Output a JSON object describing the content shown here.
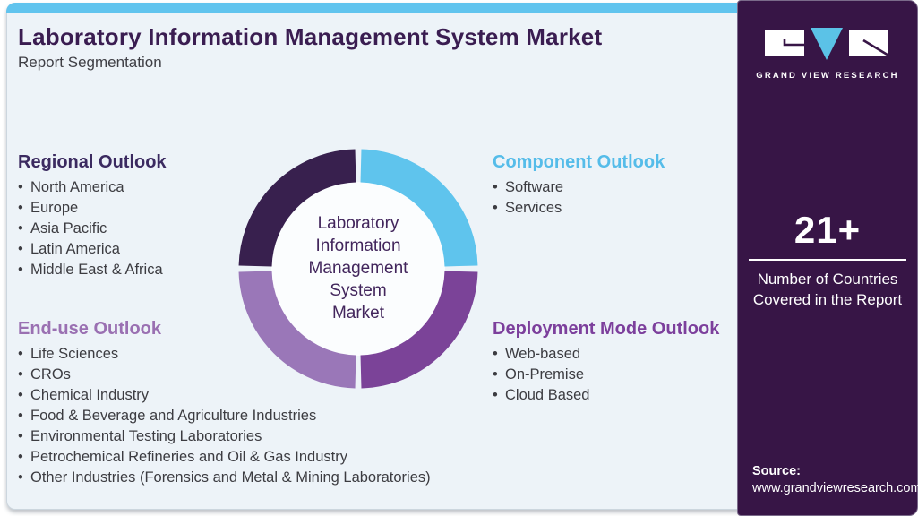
{
  "header": {
    "title": "Laboratory Information Management System Market",
    "subtitle": "Report Segmentation"
  },
  "donut": {
    "center_lines": [
      "Laboratory",
      "Information",
      "Management",
      "System",
      "Market"
    ],
    "segments": [
      {
        "label": "Component Outlook",
        "position": "top-right",
        "color": "#5fc4ed"
      },
      {
        "label": "Deployment Mode Outlook",
        "position": "bottom-right",
        "color": "#7b4398"
      },
      {
        "label": "End-use Outlook",
        "position": "bottom-left",
        "color": "#9a77b8"
      },
      {
        "label": "Regional Outlook",
        "position": "top-left",
        "color": "#38204e"
      }
    ]
  },
  "sections": [
    {
      "title": "Regional Outlook",
      "accent_color": "#3b2a60",
      "items": [
        "North America",
        "Europe",
        "Asia Pacific",
        "Latin America",
        "Middle East & Africa"
      ]
    },
    {
      "title": "Component Outlook",
      "accent_color": "#55bce9",
      "items": [
        "Software",
        "Services"
      ]
    },
    {
      "title": "End-use Outlook",
      "accent_color": "#9a70b2",
      "items": [
        "Life Sciences",
        "CROs",
        "Chemical Industry",
        "Food & Beverage and Agriculture Industries",
        "Environmental Testing Laboratories",
        "Petrochemical Refineries and Oil & Gas Industry",
        "Other Industries (Forensics and Metal & Mining Laboratories)"
      ]
    },
    {
      "title": "Deployment Mode Outlook",
      "accent_color": "#7c3f9c",
      "items": [
        "Web-based",
        "On-Premise",
        "Cloud Based"
      ]
    }
  ],
  "sidebar": {
    "logo_text": "GRAND VIEW RESEARCH",
    "stat_value": "21+",
    "stat_label": "Number of Countries Covered in the Report",
    "source_label": "Source:",
    "source_url": "www.grandviewresearch.com",
    "background_color": "#371546",
    "logo_accent_color": "#5bc2e7"
  },
  "colors": {
    "panel_background": "#edf3f8",
    "top_bar": "#61c4ee",
    "title": "#3a1d51",
    "body_text": "#3c3c41"
  }
}
